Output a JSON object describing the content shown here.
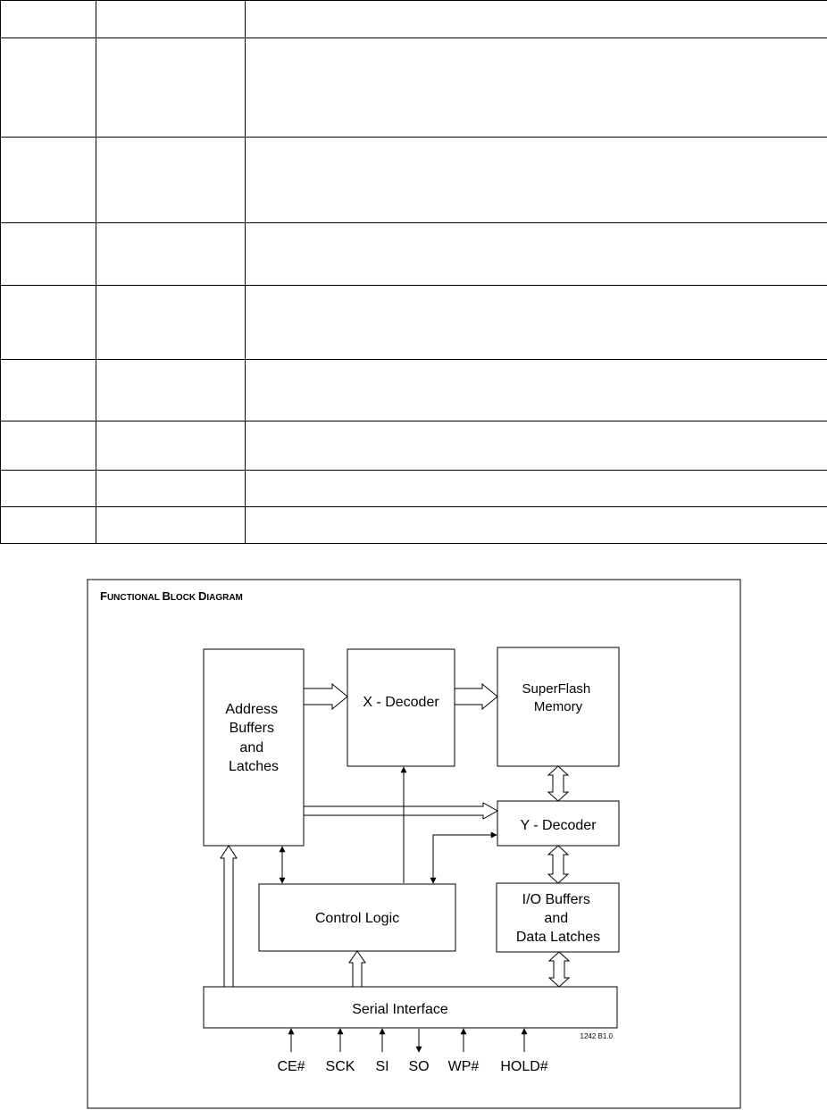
{
  "pin_table": {
    "rows": [
      {
        "cells": [
          "",
          "",
          ""
        ]
      },
      {
        "cells": [
          "",
          "",
          ""
        ]
      },
      {
        "cells": [
          "",
          "",
          ""
        ]
      },
      {
        "cells": [
          "",
          "",
          ""
        ]
      },
      {
        "cells": [
          "",
          "",
          ""
        ]
      },
      {
        "cells": [
          "",
          "",
          ""
        ]
      },
      {
        "cells": [
          "",
          "",
          ""
        ]
      },
      {
        "cells": [
          "",
          "",
          ""
        ]
      },
      {
        "cells": [
          "",
          "",
          ""
        ]
      }
    ]
  },
  "diagram": {
    "title_prefix_1": "F",
    "title_rest_1": "UNCTIONAL ",
    "title_prefix_2": "B",
    "title_rest_2": "LOCK ",
    "title_prefix_3": "D",
    "title_rest_3": "IAGRAM",
    "blocks": {
      "address": [
        "Address",
        "Buffers",
        "and",
        "Latches"
      ],
      "x_decoder": "X - Decoder",
      "memory": [
        "SuperFlash",
        "Memory"
      ],
      "y_decoder": "Y - Decoder",
      "control_logic": "Control Logic",
      "io_buffers": [
        "I/O Buffers",
        "and",
        "Data Latches"
      ],
      "serial_interface": "Serial Interface"
    },
    "pins": [
      "CE#",
      "SCK",
      "SI",
      "SO",
      "WP#",
      "HOLD#"
    ],
    "figure_id": "1242 B1.0"
  }
}
